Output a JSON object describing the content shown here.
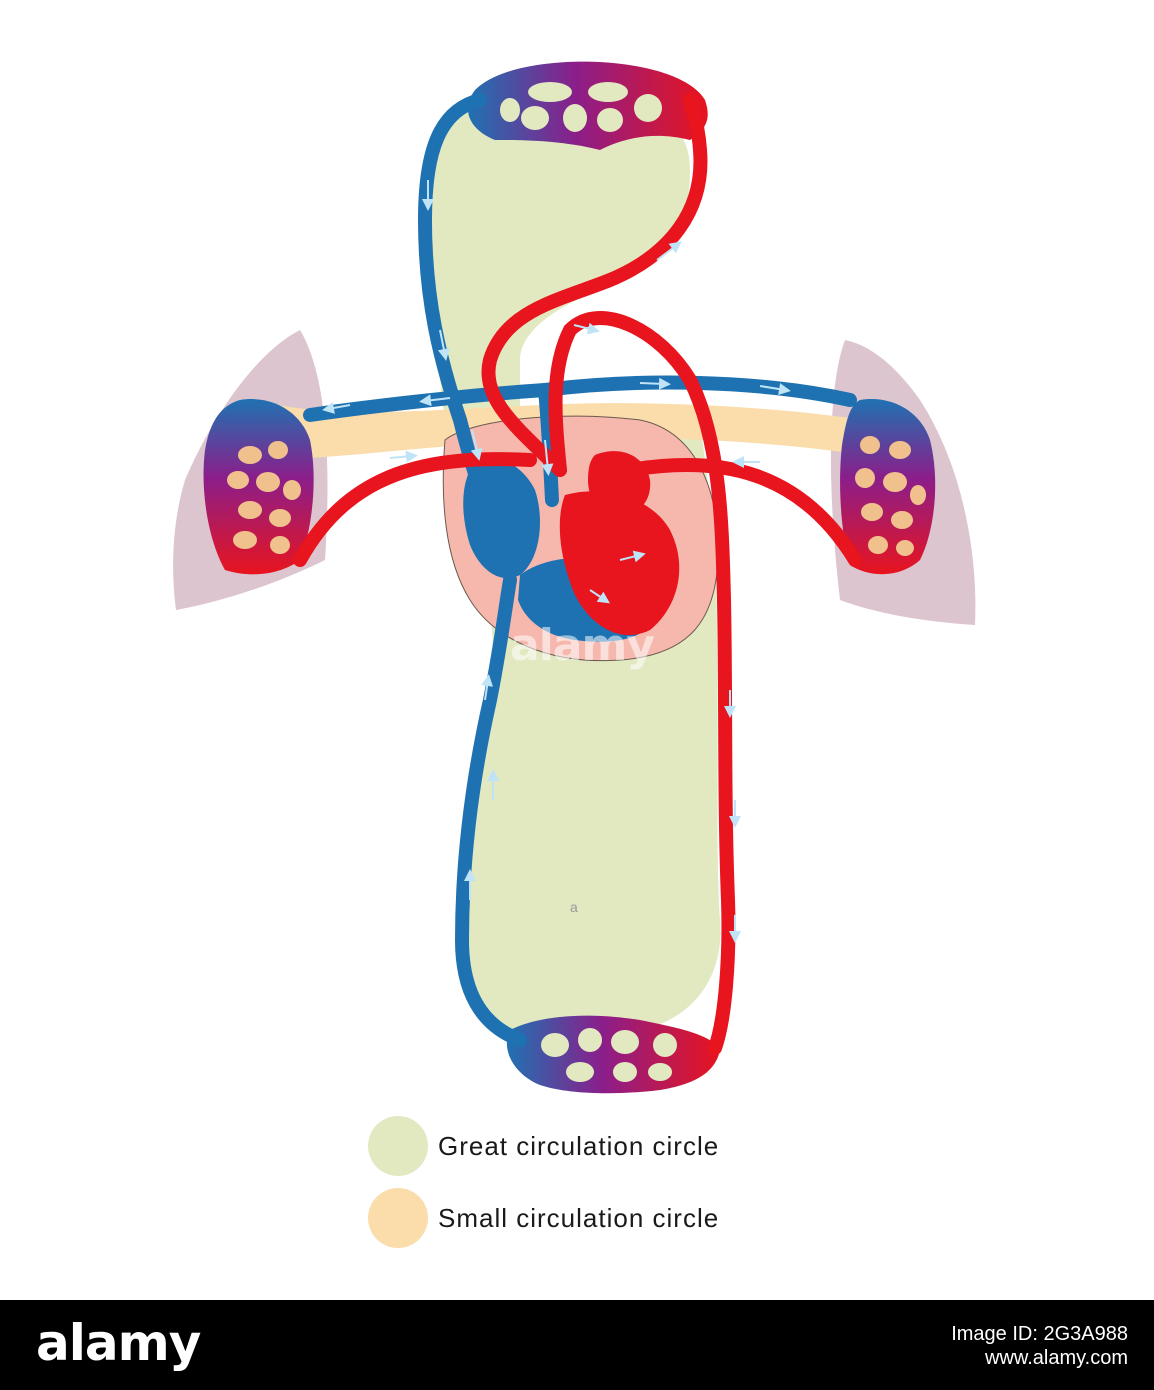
{
  "legend": {
    "items": [
      {
        "label": "Great circulation circle",
        "color": "#e2e9c1"
      },
      {
        "label": "Small circulation circle",
        "color": "#fbdcab"
      }
    ]
  },
  "colors": {
    "artery": "#e8141e",
    "vein": "#1f72b2",
    "capillary": "#8b1e8a",
    "great_circle": "#e2e9c1",
    "small_circle": "#fbdcab",
    "lung": "#dcc5cf",
    "pericardium": "#f6b8ad",
    "arrow": "#bfe4f7"
  },
  "watermark": "alamy",
  "footer": {
    "logo": "alamy",
    "image_id": "Image ID: 2G3A988",
    "site": "www.alamy.com"
  }
}
